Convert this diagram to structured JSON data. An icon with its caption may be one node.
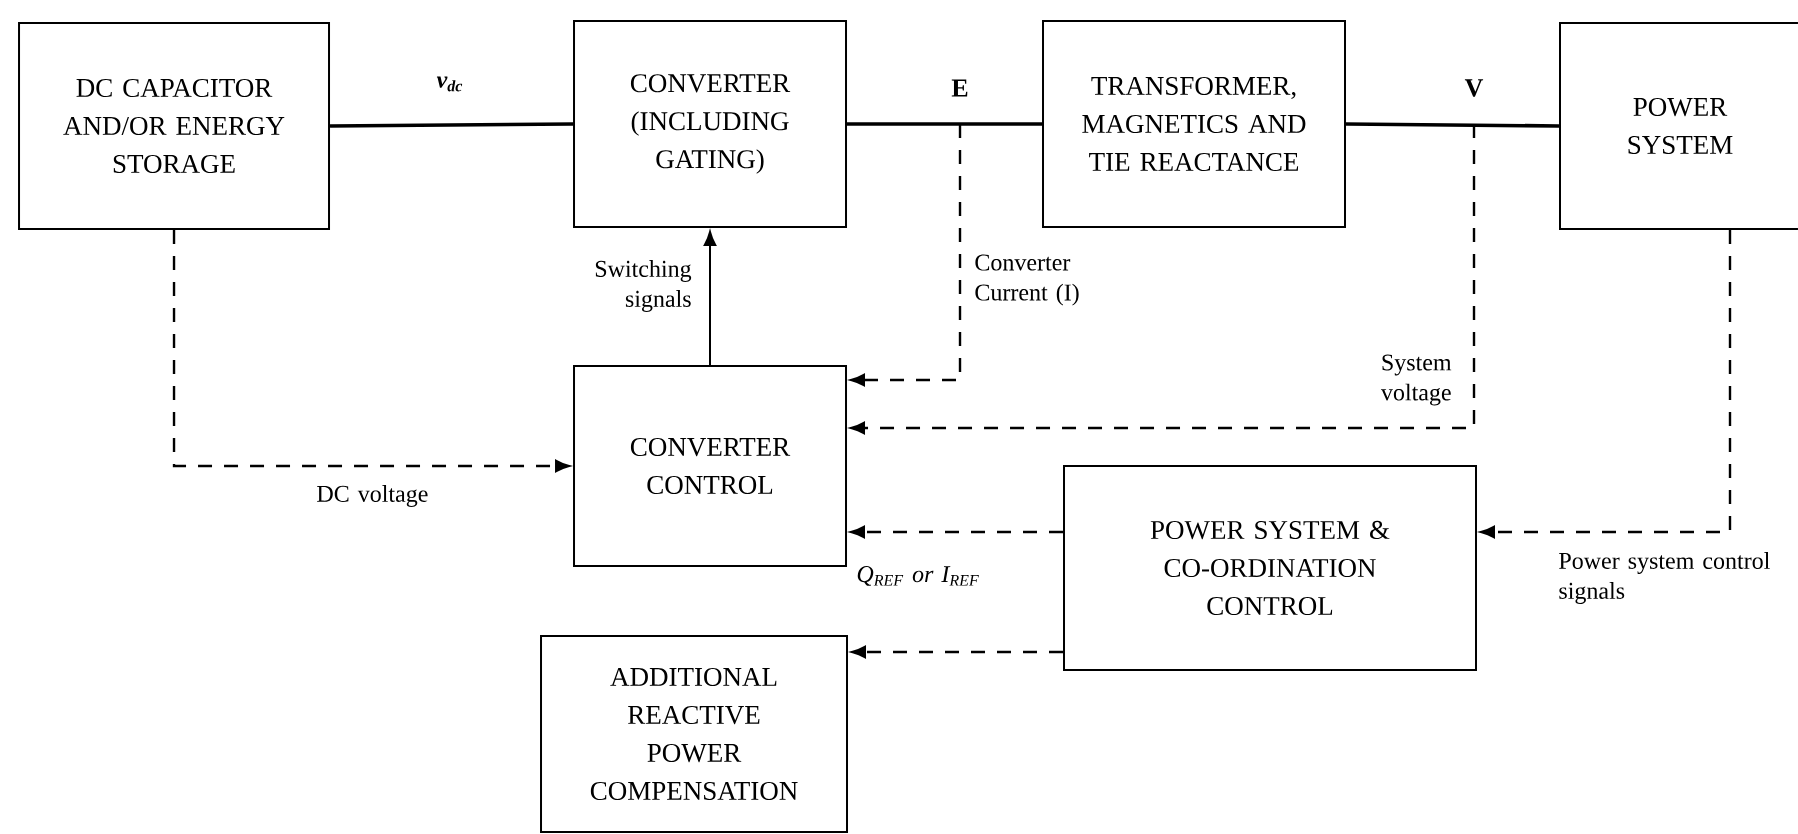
{
  "diagram": {
    "nodes": [
      {
        "text": [
          "DC CAPACITOR AND/OR ENERGY STORAGE"
        ]
      },
      {
        "text": [
          "CONVERTER (INCLUDING GATING)"
        ]
      },
      {
        "text": [
          "TRANSFORMER, MAGNETICS AND TIE REACTANCE"
        ]
      },
      {
        "text": [
          "POWER SYSTEM"
        ]
      },
      {
        "text": [
          "CONVERTER CONTROL"
        ]
      },
      {
        "text": [
          "POWER SYSTEM & CO-ORDINATION CONTROL"
        ]
      },
      {
        "text": [
          "ADDITIONAL REACTIVE POWER COMPENSATION"
        ]
      }
    ],
    "edges": [
      {
        "from": 0,
        "to": 1,
        "arrow": "none",
        "label": "v$_{dc}$"
      },
      {
        "from": 1,
        "to": 2,
        "arrow": "none",
        "label": "E"
      },
      {
        "from": 2,
        "to": 3,
        "arrow": "none",
        "label": "V"
      },
      {
        "from": 4,
        "to": 1,
        "arrow": "to",
        "label": "Switching signals"
      },
      {
        "from": 0,
        "to": 4,
        "arrow": "to",
        "style": "dashed",
        "label": "DC voltage"
      },
      {
        "from": null,
        "to": 4,
        "arrow": "to",
        "style": "dashed",
        "label": "Converter Current (I)"
      },
      {
        "from": null,
        "to": 4,
        "arrow": "to",
        "style": "dashed",
        "label": "System voltage"
      },
      {
        "from": 3,
        "to": 5,
        "arrow": "to",
        "style": "dashed",
        "label": "Power system control signals"
      },
      {
        "from": 5,
        "to": 4,
        "arrow": "to",
        "style": "dashed",
        "label": "Q$_{REF}$ or I$_{REF}$"
      },
      {
        "from": 5,
        "to": 6,
        "arrow": "to",
        "style": "dashed"
      }
    ]
  }
}
